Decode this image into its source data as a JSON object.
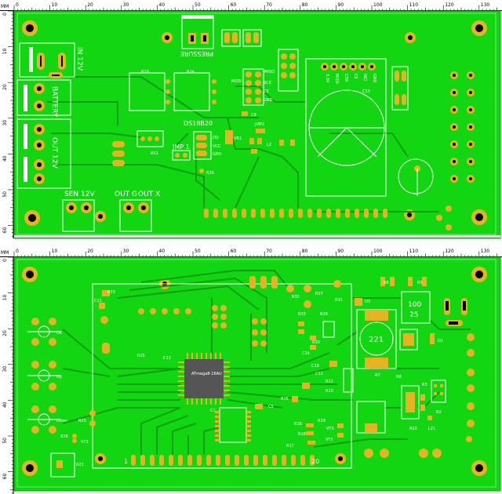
{
  "ruler": {
    "unit": "MM",
    "h_ticks": [
      "0",
      "10",
      "20",
      "30",
      "40",
      "50",
      "60",
      "70",
      "80",
      "90",
      "100",
      "110",
      "120",
      "130"
    ],
    "v_ticks": [
      "0",
      "10",
      "20",
      "30",
      "40",
      "50",
      "60"
    ]
  },
  "board1": {
    "labels": {
      "in12v": "IN 12V",
      "battery": "BATTERY",
      "out12v": "OUT 12V",
      "pressure": "PRESSURE",
      "ds18b20": "DS18B20",
      "jmp1": "JMP 1",
      "sen12v": "SEN 12V",
      "outg": "OUT G",
      "outx": "OUT X",
      "miso": "MISO",
      "mosi": "MOSI",
      "sck": "SCK",
      "ce": "CE",
      "gnd": "GND",
      "r29": "R29",
      "r34": "R34",
      "r51": "R51",
      "r20": "R20",
      "jmp2": "JMP2",
      "vr1": "VR1",
      "l2": "L2",
      "c13": "C13",
      "c9": "C9",
      "dq": "DQ",
      "vcc": "VCC",
      "gnd2": "GND",
      "rf": [
        "3.3V",
        "MOSI",
        "CSN",
        "CE",
        "IRQ",
        "GND"
      ]
    }
  },
  "board2": {
    "labels": {
      "ok": "OK",
      "up": "Up",
      "down": "Down",
      "pin1": "1",
      "pin20": "20",
      "ind221": "221",
      "cap100": "100",
      "cap25": "25",
      "r23": "R23",
      "c11": "C11",
      "r25": "R25",
      "r26": "R26",
      "vt3": "VT3",
      "r21": "R21",
      "r32": "R32",
      "r27": "R27",
      "r31": "R31",
      "r33": "R33",
      "r28": "R28",
      "r30": "R30",
      "c14": "C14",
      "d3": "D3",
      "r6": "R6",
      "r5": "R5",
      "d1": "D1",
      "r7": "R7",
      "r8": "R8",
      "r3": "R3",
      "r2": "R2",
      "r22": "R22",
      "l21": "L21",
      "r16": "R16",
      "r17": "R17",
      "r18": "R18",
      "r19": "R19",
      "vt2": "VT2",
      "vt1": "VT1",
      "c7": "C7",
      "c5": "C5",
      "c10": "C10",
      "c12": "C12",
      "r15": "R15",
      "r12": "R12",
      "r13": "R13",
      "mcu": "ATmega8-16AU"
    }
  }
}
